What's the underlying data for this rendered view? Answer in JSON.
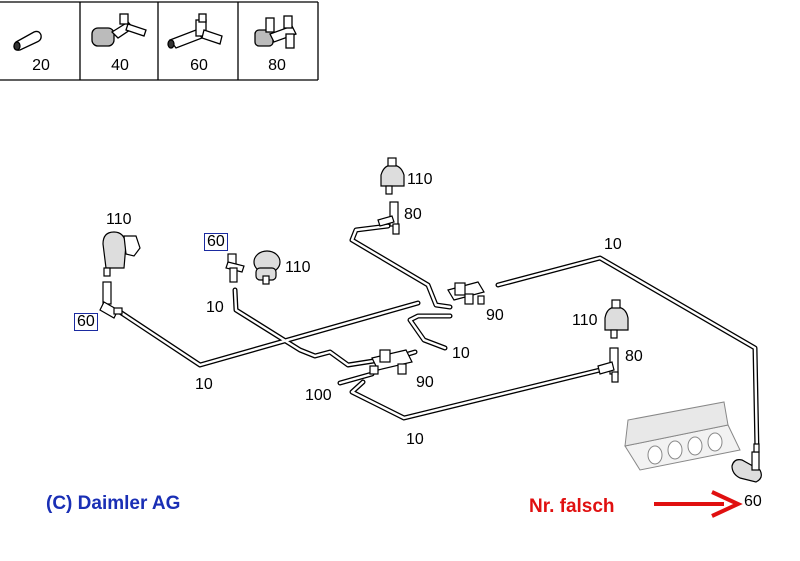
{
  "legend": {
    "items": [
      {
        "number": "20",
        "icon": "tube-connector-icon"
      },
      {
        "number": "40",
        "icon": "check-valve-icon"
      },
      {
        "number": "60",
        "icon": "elbow-connector-icon"
      },
      {
        "number": "80",
        "icon": "t-connector-icon"
      }
    ]
  },
  "callouts": {
    "top_110": "110",
    "top_80": "80",
    "top_90": "90",
    "top_10": "10",
    "left_110": "110",
    "left_60": "60",
    "left_10": "10",
    "mid_60": "60",
    "mid_110": "110",
    "mid_10": "10",
    "center_10": "10",
    "center_90": "90",
    "center_100": "100",
    "lower_10": "10",
    "right_110": "110",
    "right_80": "80",
    "right_60": "60"
  },
  "copyright": "(C) Daimler AG",
  "note": "Nr. falsch",
  "colors": {
    "line": "#000000",
    "highlight_box": "#1a2aa0",
    "copyright": "#1a2fb5",
    "note": "#e01010"
  }
}
